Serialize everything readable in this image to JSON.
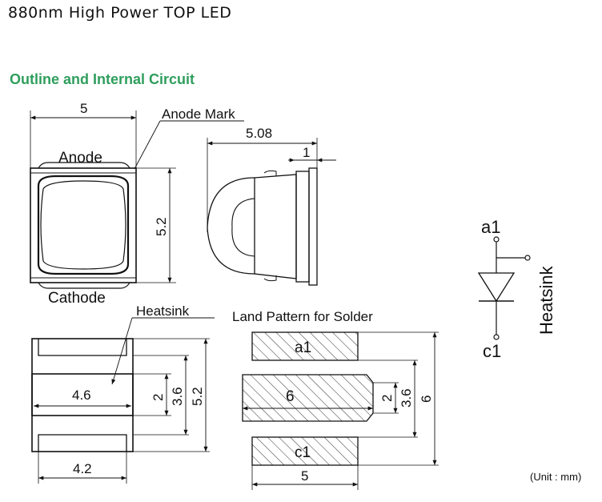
{
  "title": "880nm High Power TOP LED",
  "section_title": "Outline and Internal Circuit",
  "top_view": {
    "width_dim": "5",
    "height_dim": "5.2",
    "anode_label": "Anode",
    "cathode_label": "Cathode",
    "anode_mark_label": "Anode Mark"
  },
  "side_view": {
    "length_dim": "5.08",
    "thickness_dim": "1"
  },
  "bottom_view": {
    "heatsink_label": "Heatsink",
    "pad_width_dim": "4.6",
    "pad_height_dim": "2",
    "inner_height_dim": "3.6",
    "outer_height_dim": "5.2",
    "bottom_width_dim": "4.2"
  },
  "land_pattern": {
    "title": "Land Pattern for Solder",
    "pad_a1": "a1",
    "pad_center": "6",
    "pad_c1": "c1",
    "dim_2": "2",
    "dim_3_6": "3.6",
    "dim_6": "6",
    "dim_5": "5"
  },
  "circuit": {
    "anode_pin": "a1",
    "cathode_pin": "c1",
    "heatsink_label": "Heatsink"
  },
  "unit_note": "(Unit : mm)"
}
